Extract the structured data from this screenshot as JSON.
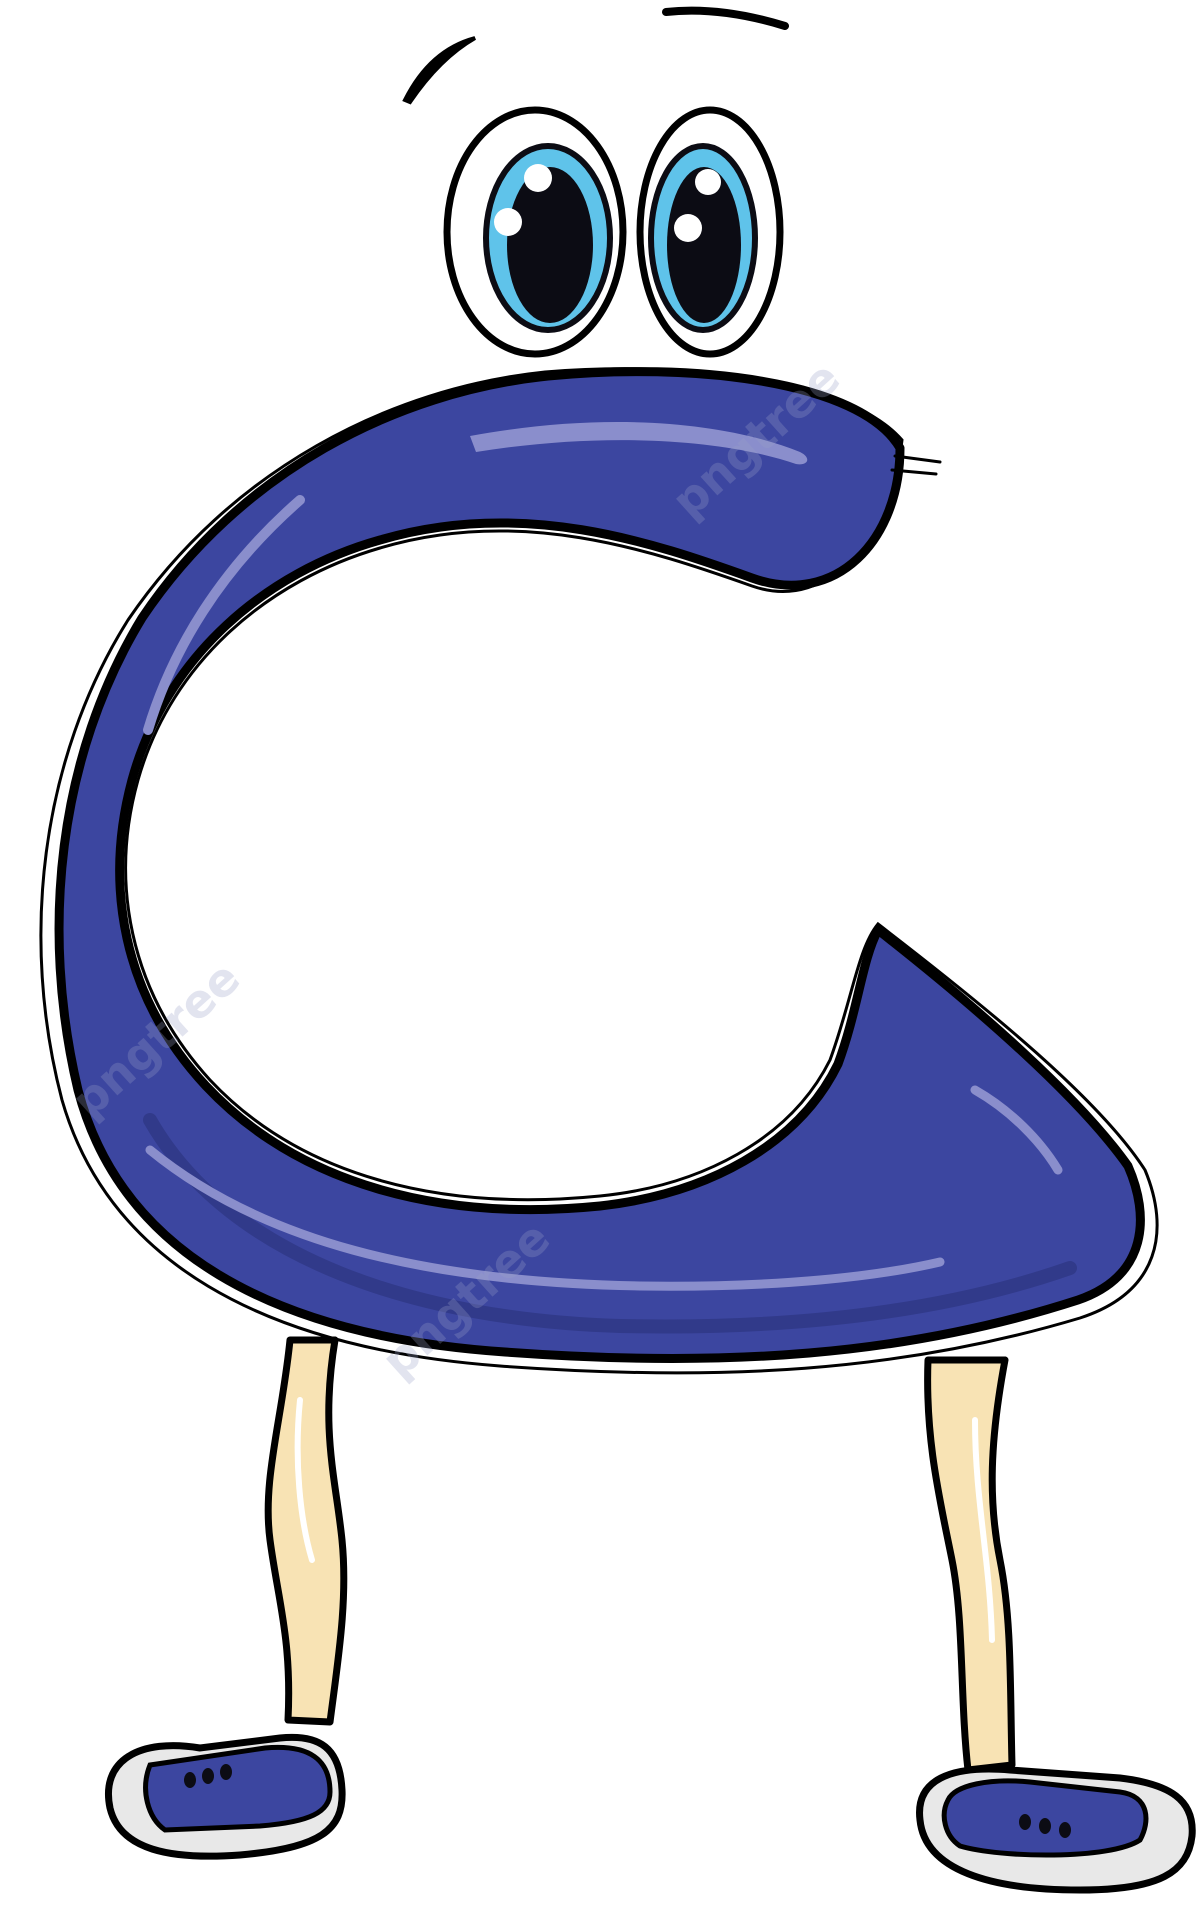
{
  "image": {
    "subject": "cartoon letter C character",
    "colors": {
      "body": "#3C46A0",
      "body_shadow": "#2E3785",
      "highlight": "#8A8ECC",
      "outline": "#000000",
      "iris": "#5FC3EA",
      "pupil": "#0C0C14",
      "skin": "#F8E3B4",
      "shoe": "#3C46A0",
      "sole": "#E8E8E8"
    },
    "icons": [
      "letter-c-character",
      "eye-icon",
      "leg-icon",
      "sneaker-icon"
    ]
  },
  "watermark": {
    "text": "pngtree"
  }
}
